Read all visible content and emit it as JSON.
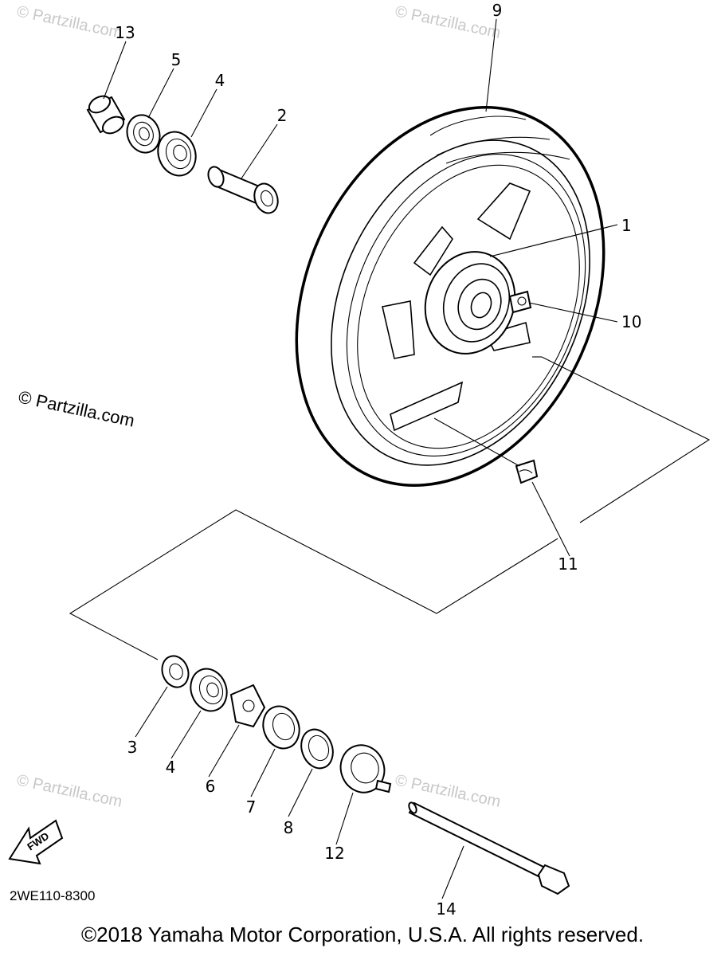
{
  "diagram": {
    "callouts": [
      "13",
      "5",
      "4",
      "2",
      "9",
      "1",
      "10",
      "11",
      "3",
      "4",
      "6",
      "7",
      "8",
      "12",
      "14"
    ],
    "watermark": "© Partzilla.com",
    "part_code": "2WE110-8300",
    "fwd_label": "FWD",
    "copyright": "©2018  Yamaha Motor Corporation, U.S.A. All rights reserved."
  }
}
